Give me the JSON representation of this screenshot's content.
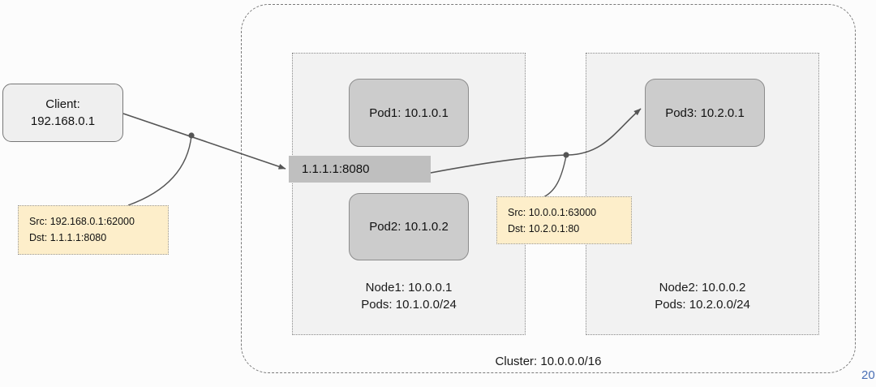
{
  "diagram": {
    "cluster": {
      "label": "Cluster: 10.0.0.0/16"
    },
    "client": {
      "line1": "Client:",
      "line2": "192.168.0.1"
    },
    "service": {
      "label": "1.1.1.1:8080"
    },
    "nodes": [
      {
        "name": "node-1",
        "caption_line1": "Node1: 10.0.0.1",
        "caption_line2": "Pods: 10.1.0.0/24",
        "pods": [
          {
            "label": "Pod1: 10.1.0.1"
          },
          {
            "label": "Pod2: 10.1.0.2"
          }
        ]
      },
      {
        "name": "node-2",
        "caption_line1": "Node2: 10.0.0.2",
        "caption_line2": "Pods: 10.2.0.0/24",
        "pods": [
          {
            "label": "Pod3: 10.2.0.1"
          }
        ]
      }
    ],
    "notes": [
      {
        "name": "client-to-service",
        "src": "Src: 192.168.0.1:62000",
        "dst": "Dst: 1.1.1.1:8080"
      },
      {
        "name": "node-to-pod3",
        "src": "Src: 10.0.0.1:63000",
        "dst": "Dst: 10.2.0.1:80"
      }
    ],
    "corner_mark": "20",
    "colors": {
      "background": "#fcfcfc",
      "pod_fill": "#cccccc",
      "service_fill": "#bfbfbf",
      "node_fill": "#f2f2f2",
      "client_fill": "#efefef",
      "note_fill": "#fdeeca",
      "wire": "#555555",
      "corner_mark": "#4a6fb5"
    }
  }
}
